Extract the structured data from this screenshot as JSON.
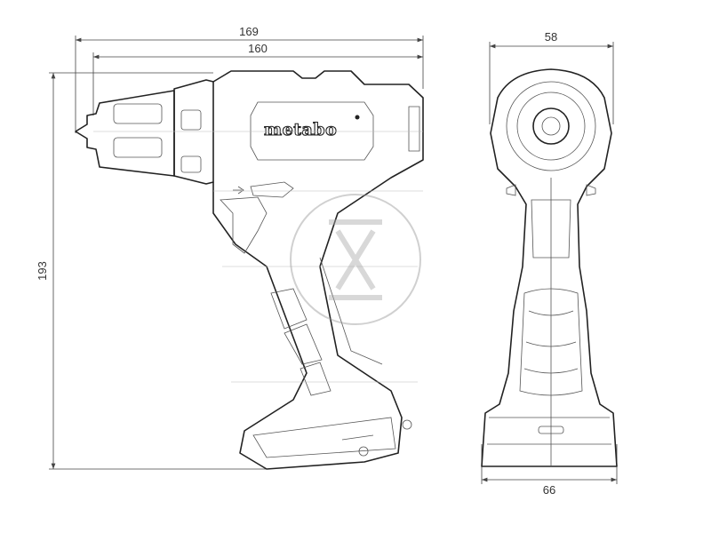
{
  "diagram": {
    "dimensions": {
      "overall_length": "169",
      "body_length": "160",
      "height": "193",
      "head_width": "58",
      "base_width": "66"
    },
    "brand_logo": "metabo",
    "colors": {
      "line": "#222222",
      "dimension": "#444444",
      "background": "#ffffff"
    }
  }
}
